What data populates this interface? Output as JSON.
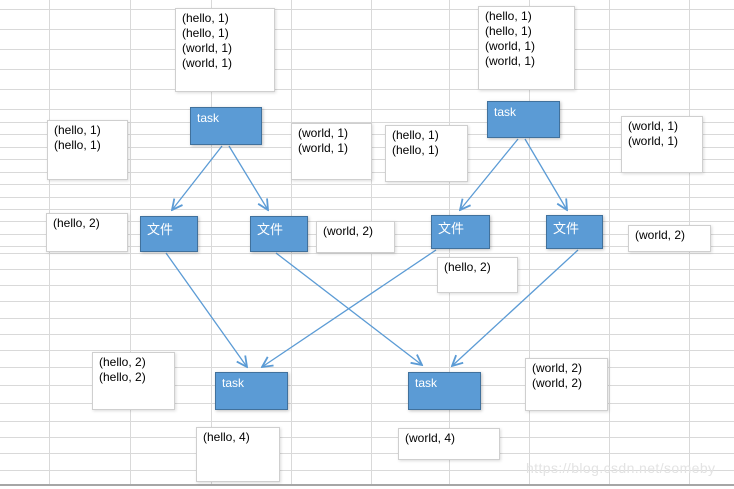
{
  "diagram": {
    "nodes": {
      "task_label": "task",
      "file_label": "文件"
    },
    "labels": {
      "source_left": "(hello, 1)\n(hello, 1)\n(world, 1)\n(world, 1)",
      "source_right": "(hello, 1)\n(hello, 1)\n(world, 1)\n(world, 1)",
      "map_left_hello": "(hello, 1)\n(hello, 1)",
      "map_left_world": "(world, 1)\n(world, 1)",
      "map_right_hello": "(hello, 1)\n(hello, 1)",
      "map_right_world": "(world, 1)\n(world, 1)",
      "file1_out": "(hello, 2)",
      "file2_out": "(world, 2)",
      "file3_out": "(hello, 2)",
      "file4_out": "(world, 2)",
      "reduce_left_in": "(hello, 2)\n(hello, 2)",
      "reduce_right_in": "(world, 2)\n(world, 2)",
      "reduce_left_out": "(hello, 4)",
      "reduce_right_out": "(world, 4)"
    },
    "colors": {
      "node_fill": "#5b9bd5",
      "node_border": "#41719c",
      "arrow": "#5b9bd5",
      "grid_line": "#d9d9d9"
    }
  },
  "watermark": "https://blog.csdn.net/someby"
}
